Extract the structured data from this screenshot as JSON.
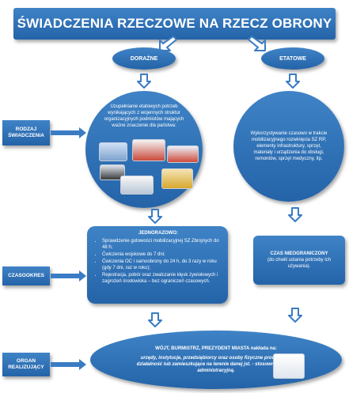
{
  "title": "ŚWIADCZENIA RZECZOWE NA RZECZ OBRONY",
  "categories": {
    "doraźne": "DORAŹNE",
    "etatowe": "ETATOWE"
  },
  "row_labels": {
    "rodzaj": "RODZAJ ŚWIADCZENIA",
    "czasookres": "CZASOOKRES",
    "organ": "ORGAN REALIZUJĄCY"
  },
  "rodzaj": {
    "left": "Uzupełnianie etatowych potrzeb wynikających z wojennych struktur organizacyjnych podmiotów mających ważne znaczenie dla państwa:",
    "right": "Wykorzystywanie czasowo w trakcie mobilizacyjnego rozwinięcia SZ RP, elementy infrastruktury, sprzęt, materiały i urządzenia do obsługi, remontów, sprzęt medyczny, itp."
  },
  "czasookres": {
    "left_heading": "JEDNORAZOWO:",
    "left_items": [
      "Sprawdzenie gotowości mobilizacyjnej SZ Zbrojnych do 48 h;",
      "Ćwiczenia wojskowe do 7 dni;",
      "Ćwiczenia OC i samoobrony do 24 h, do 3 razy w roku (gdy 7 dni, raz w roku);",
      "Rejestracja, pobór oraz zwalczanie klęsk żywiołowych i zagrożeń środowiska – bez ograniczeń czasowych."
    ],
    "right_heading": "CZAS NIEOGRANICZONY",
    "right_sub": "(do chwili ustania potrzeby ich używania)."
  },
  "organ": {
    "heading": "WÓJT, BURMISTRZ, PREZYDENT MIASTA nakłada na:",
    "body": "urzędy, instytucje, przedsiębiorcy oraz osoby fizyczne prowadzące działalność lub zamieszkujące na terenie danej jst. - stosowną decyzją administracyjną."
  },
  "colors": {
    "box_blue": "#2d6db3",
    "arrow_blue": "#3a7cc4"
  }
}
